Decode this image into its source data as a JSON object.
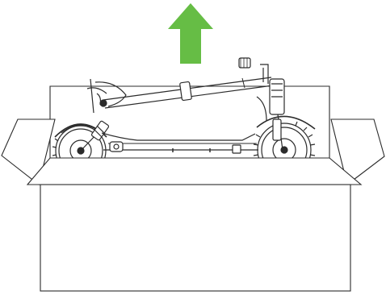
{
  "scene": {
    "subject": "folded-electric-scooter",
    "container": "open-cardboard-box",
    "action": "lift-upward",
    "icon": "up-arrow-icon"
  },
  "colors": {
    "background": "#ffffff",
    "line": "#2b2b2b",
    "arrow": "#66bd45"
  }
}
